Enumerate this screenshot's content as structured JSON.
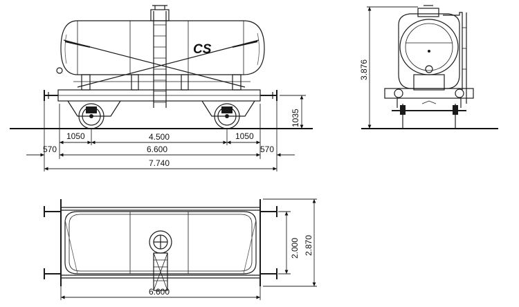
{
  "drawing": {
    "tank_marking": "CS"
  },
  "dimensions": {
    "side_view": {
      "axle_overhang_left": "1050",
      "wheelbase": "4.500",
      "axle_overhang_right": "1050",
      "buffer_left": "570",
      "frame_length": "6.600",
      "buffer_right": "570",
      "length_over_buffers": "7.740",
      "buffer_height": "1035"
    },
    "end_view": {
      "overall_height": "3.876"
    },
    "plan_view": {
      "tank_width": "2.000",
      "overall_width": "2.870",
      "frame_length": "6.600"
    }
  }
}
